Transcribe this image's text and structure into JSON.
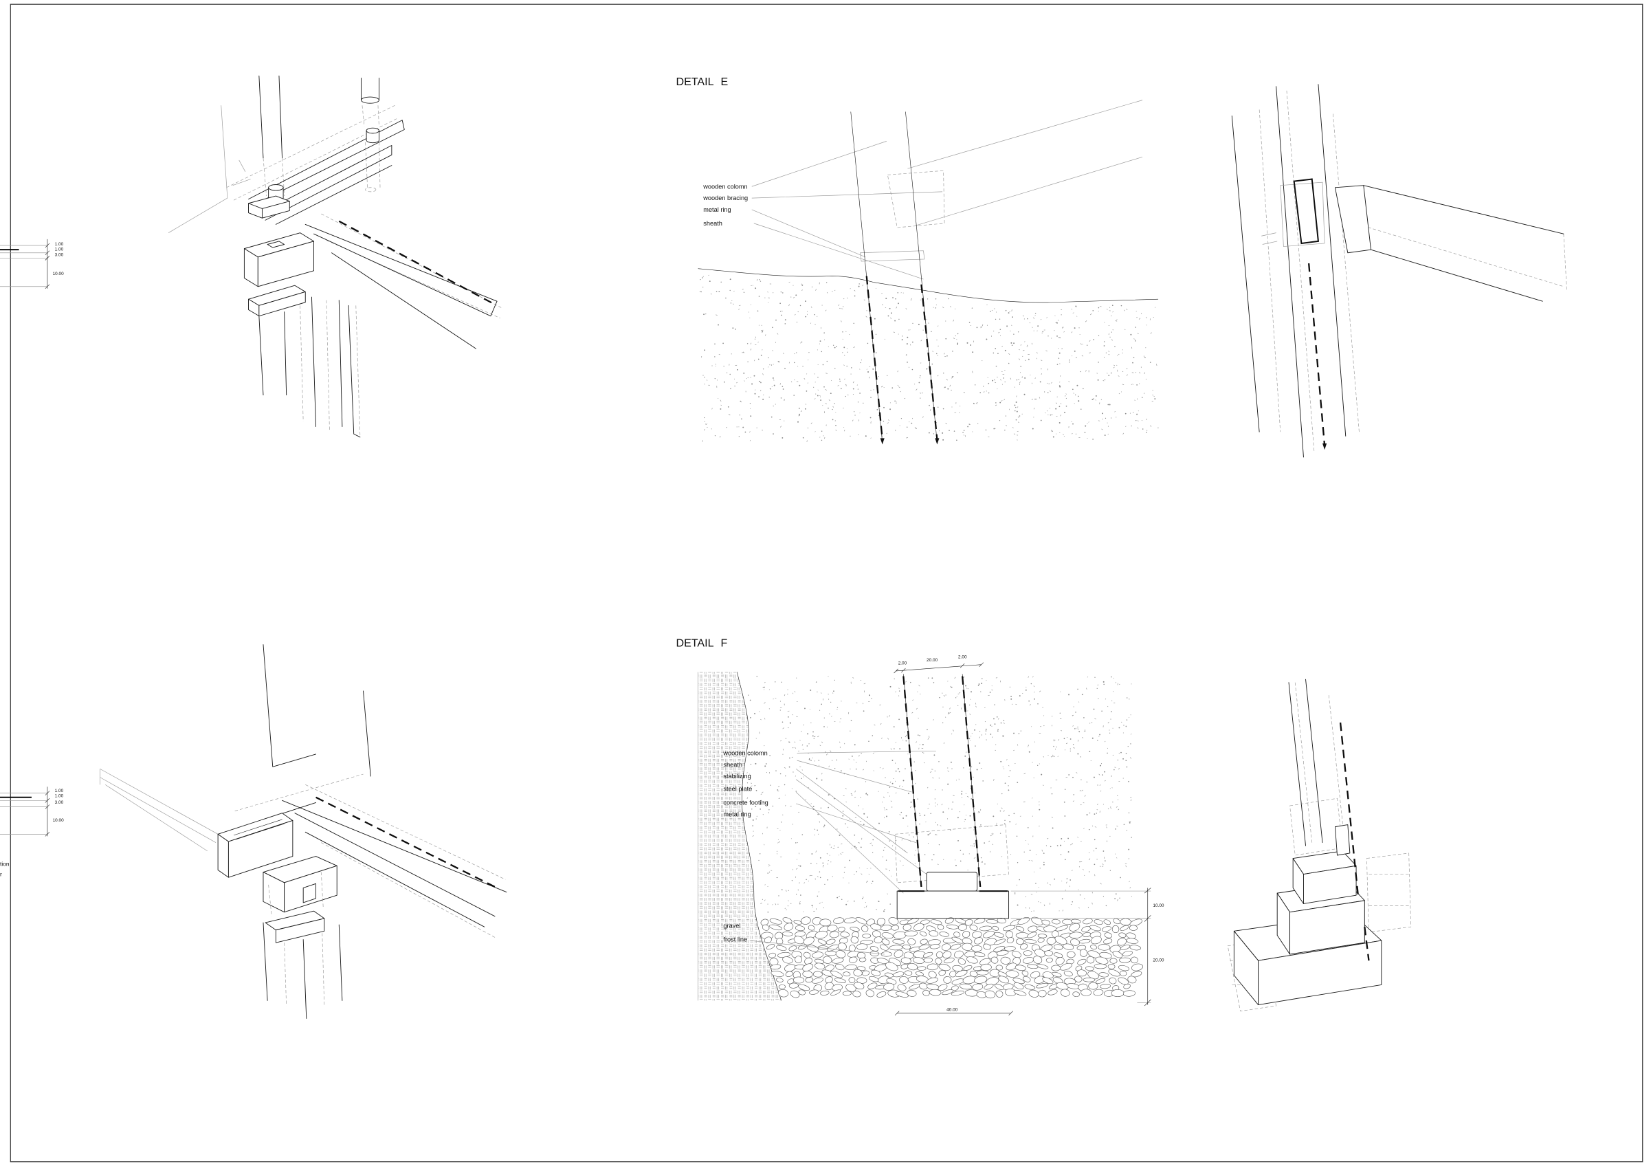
{
  "detail_e": {
    "title": "DETAIL E",
    "labels": {
      "wooden_column": "wooden colomn",
      "wooden_bracing": "wooden bracing",
      "metal_ring": "metal ring",
      "sheath": "sheath"
    }
  },
  "detail_f": {
    "title": "DETAIL F",
    "labels": {
      "wooden_column": "wooden colomn",
      "sheath": "sheath",
      "stabilizing": "stabilizing",
      "steel_plate": "steel plate",
      "concrete_footing": "concrete footing",
      "metal_ring": "metal ring",
      "gravel": "gravel",
      "frost_line": "frost line"
    },
    "dimensions": {
      "top": [
        "2.00",
        "20.00",
        "2.00"
      ],
      "right": [
        "10.00",
        "20.00"
      ],
      "bottom": "40.00"
    }
  },
  "side_dimensions": {
    "upper": [
      "1.00",
      "1.00",
      "3.00",
      "10.00"
    ],
    "lower": [
      "1.00",
      "1.00",
      "3.00",
      "10.00"
    ]
  },
  "edge_fragments": [
    "tion",
    "r"
  ],
  "colors": {
    "ink": "#1a1a1a",
    "faint": "#9c9c9c",
    "paper": "#ffffff"
  }
}
